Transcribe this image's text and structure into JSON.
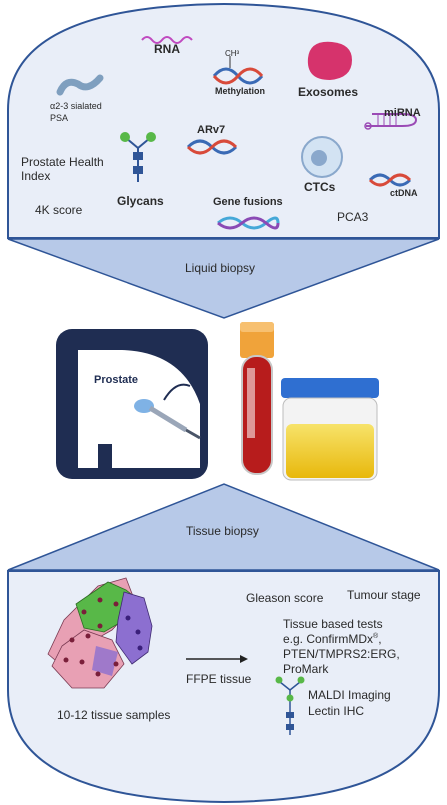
{
  "liquid": {
    "rna": "RNA",
    "psa_line1": "α2-3 sialated",
    "psa_line2": "PSA",
    "methylation": "Methylation",
    "ch3": "CH³",
    "exosomes": "Exosomes",
    "mirna": "miRNA",
    "arv7": "ARv7",
    "phi_line1": "Prostate Health",
    "phi_line2": "Index",
    "glycans": "Glycans",
    "ctcs": "CTCs",
    "ctdna": "ctDNA",
    "fourk": "4K score",
    "gene_fusions": "Gene fusions",
    "pca3": "PCA3",
    "funnel_label": "Liquid biopsy"
  },
  "middle": {
    "prostate": "Prostate"
  },
  "tissue": {
    "funnel_label": "Tissue biopsy",
    "gleason": "Gleason score",
    "tumour_stage": "Tumour stage",
    "tests_line1": "Tissue based tests",
    "tests_line2": "e.g. ConfirmMDx",
    "tests_sup": "®",
    "tests_line3": "PTEN/TMPRS2:ERG,",
    "tests_line4": "ProMark",
    "ffpe": "FFPE tissue",
    "maldi_line1": "MALDI Imaging",
    "maldi_line2": "Lectin IHC",
    "samples": "10-12 tissue samples"
  },
  "colors": {
    "panel_fill": "#e9eef8",
    "panel_stroke": "#2f5597",
    "funnel_fill": "#b7c9e8",
    "tube_red": "#b71c1c",
    "tube_cap": "#f0a33a",
    "urine": "#f2d21b",
    "urine_cap": "#2f6fd1",
    "exosome": "#d6336c",
    "green": "#58b848",
    "purple": "#7e5fbf",
    "pink": "#e8a0b4"
  }
}
